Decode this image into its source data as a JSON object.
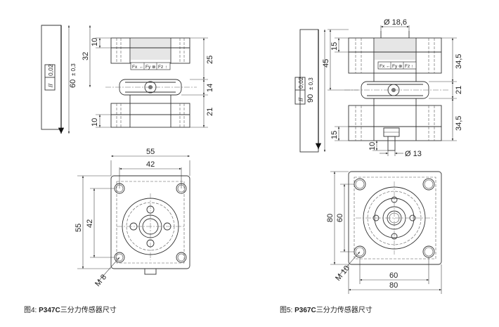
{
  "figure4": {
    "caption_prefix": "图4: ",
    "caption_model": "P347C",
    "caption_suffix": "三分力传感器尺寸",
    "side": {
      "parallel_tol": "0,02",
      "height_total": "60",
      "height_tol": "± 0,3",
      "dim_32": "32",
      "dim_top_10": "10",
      "dim_25": "25",
      "dim_14": "14",
      "dim_21": "21",
      "dim_bot_10": "10",
      "label_fx": "Fx",
      "label_fy": "Fy",
      "label_fz": "Fz"
    },
    "top": {
      "width_outer": "55",
      "width_inner": "42",
      "height_outer": "55",
      "height_inner": "42",
      "thread": "M 8"
    }
  },
  "figure5": {
    "caption_prefix": "图5: ",
    "caption_model": "P367C",
    "caption_suffix": "三分力传感器尺寸",
    "side": {
      "diameter_top": "Ø 18,6",
      "diameter_bottom": "Ø 13",
      "parallel_tol": "0,02",
      "height_total": "90",
      "height_tol": "± 0,3",
      "dim_45": "45",
      "dim_top_15": "15",
      "dim_bot_15": "15",
      "dim_10": "10",
      "dim_top_345": "34,5",
      "dim_21": "21",
      "dim_bot_345": "34,5",
      "label_fx": "Fx",
      "label_fy": "Fy",
      "label_fz": "Fz"
    },
    "top": {
      "width_outer": "80",
      "width_inner": "60",
      "height_outer": "80",
      "height_inner": "60",
      "thread": "M 10"
    }
  }
}
